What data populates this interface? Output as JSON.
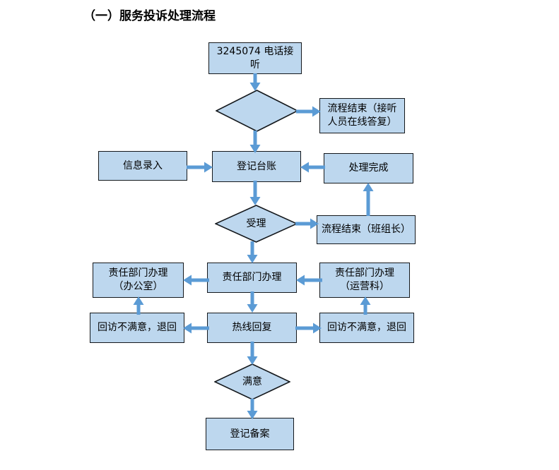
{
  "title": "（一）服务投诉处理流程",
  "theme": {
    "node_fill": "#bdd7ee",
    "node_border": "#14181c",
    "arrow_color": "#5b9bd5",
    "text_color": "#000000",
    "background": "#ffffff"
  },
  "flowchart": {
    "type": "flowchart",
    "nodes": [
      {
        "id": "call",
        "shape": "rect",
        "label": "3245074 电话接听"
      },
      {
        "id": "decision1",
        "shape": "diamond",
        "label": ""
      },
      {
        "id": "end_online",
        "shape": "rect",
        "label": "流程结束（接听\n人员在线答复）"
      },
      {
        "id": "info_entry",
        "shape": "rect",
        "label": "信息录入"
      },
      {
        "id": "register_ledger",
        "shape": "rect",
        "label": "登记台账"
      },
      {
        "id": "process_done",
        "shape": "rect",
        "label": "处理完成"
      },
      {
        "id": "accept",
        "shape": "diamond",
        "label": "受理"
      },
      {
        "id": "end_teamleader",
        "shape": "rect",
        "label": "流程结束（班组长）"
      },
      {
        "id": "dept_office",
        "shape": "rect",
        "label": "责任部门办理\n（办公室）"
      },
      {
        "id": "dept_main",
        "shape": "rect",
        "label": "责任部门办理"
      },
      {
        "id": "dept_operation",
        "shape": "rect",
        "label": "责任部门办理\n（运营科）"
      },
      {
        "id": "return_left",
        "shape": "rect",
        "label": "回访不满意，退回"
      },
      {
        "id": "hotline_reply",
        "shape": "rect",
        "label": "热线回复"
      },
      {
        "id": "return_right",
        "shape": "rect",
        "label": "回访不满意，退回"
      },
      {
        "id": "satisfied",
        "shape": "diamond",
        "label": "满意"
      },
      {
        "id": "register_file",
        "shape": "rect",
        "label": "登记备案"
      }
    ],
    "edges": [
      {
        "from": "call",
        "to": "decision1",
        "dir": "down"
      },
      {
        "from": "decision1",
        "to": "end_online",
        "dir": "right"
      },
      {
        "from": "decision1",
        "to": "register_ledger",
        "dir": "down"
      },
      {
        "from": "info_entry",
        "to": "register_ledger",
        "dir": "right"
      },
      {
        "from": "process_done",
        "to": "register_ledger",
        "dir": "left"
      },
      {
        "from": "register_ledger",
        "to": "accept",
        "dir": "down"
      },
      {
        "from": "accept",
        "to": "end_teamleader",
        "dir": "right"
      },
      {
        "from": "end_teamleader",
        "to": "process_done",
        "dir": "up"
      },
      {
        "from": "accept",
        "to": "dept_main",
        "dir": "down"
      },
      {
        "from": "dept_main",
        "to": "dept_office",
        "dir": "left"
      },
      {
        "from": "dept_operation",
        "to": "dept_main",
        "dir": "left"
      },
      {
        "from": "dept_main",
        "to": "hotline_reply",
        "dir": "down"
      },
      {
        "from": "hotline_reply",
        "to": "return_left",
        "dir": "left"
      },
      {
        "from": "hotline_reply",
        "to": "return_right",
        "dir": "right"
      },
      {
        "from": "return_left",
        "to": "dept_office",
        "dir": "up"
      },
      {
        "from": "return_right",
        "to": "dept_operation",
        "dir": "up"
      },
      {
        "from": "hotline_reply",
        "to": "satisfied",
        "dir": "down"
      },
      {
        "from": "satisfied",
        "to": "register_file",
        "dir": "down"
      }
    ]
  }
}
